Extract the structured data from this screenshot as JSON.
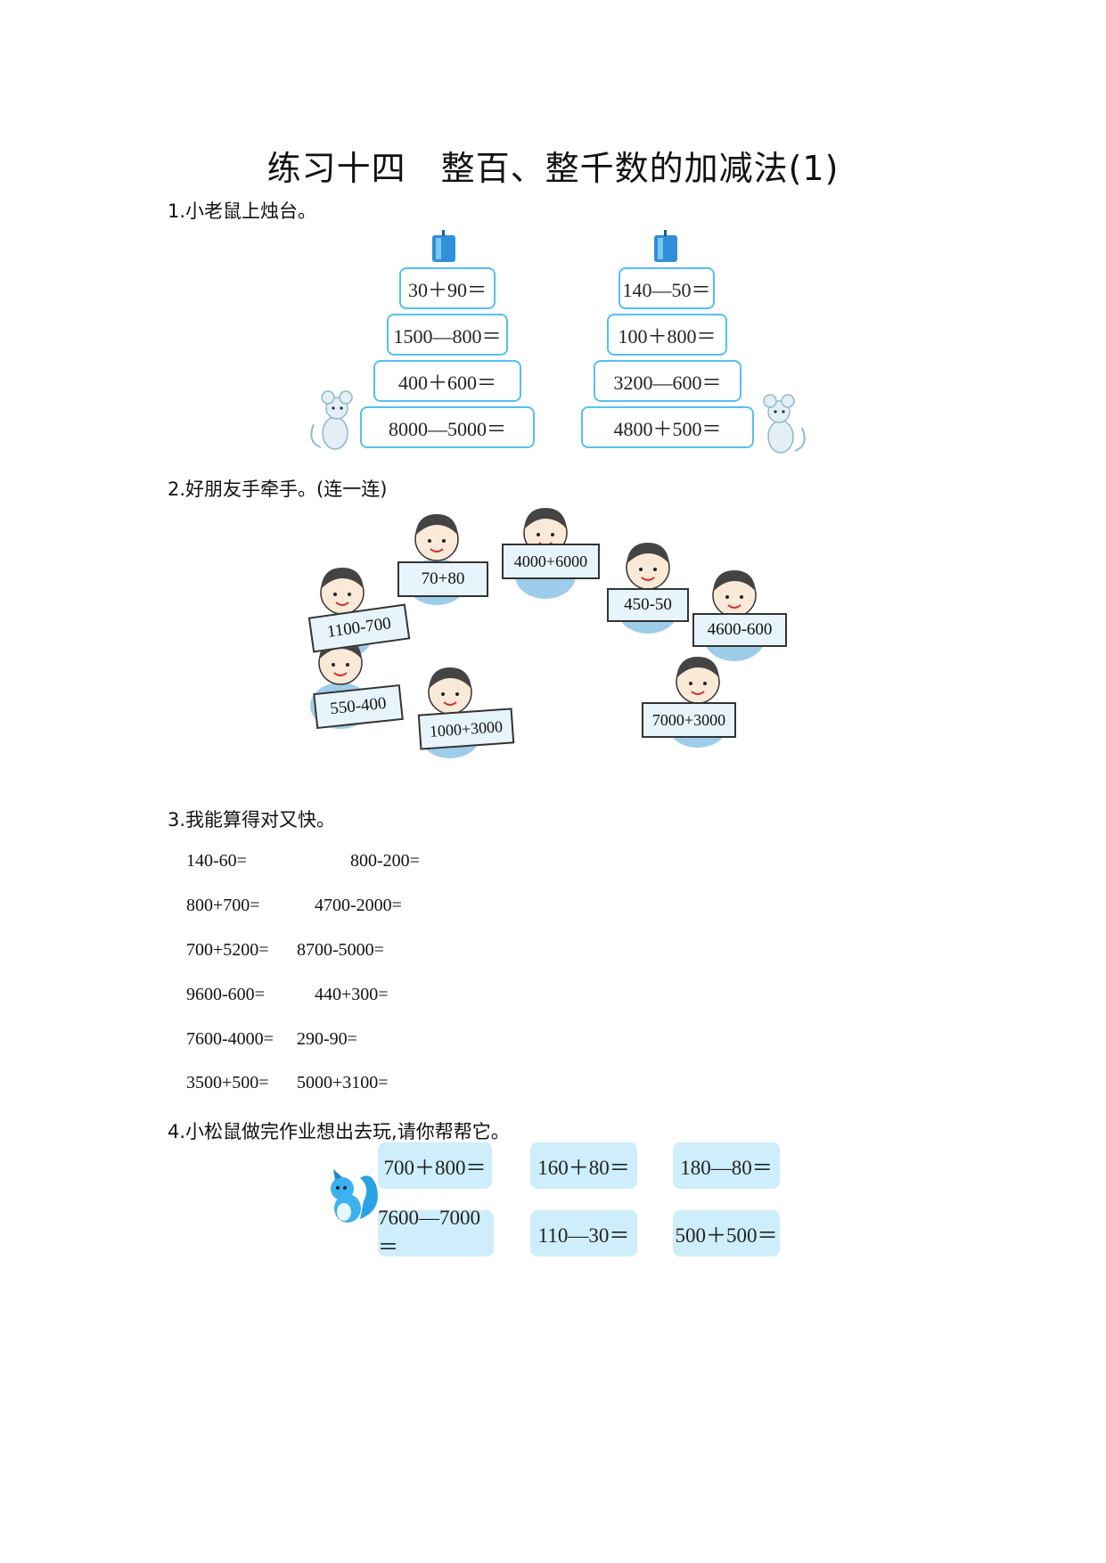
{
  "title": "练习十四　整百、整千数的加减法(1)",
  "q1": {
    "label": "1.小老鼠上烛台。",
    "left_tower": [
      "30＋90＝",
      "1500—800＝",
      "400＋600＝",
      "8000—5000＝"
    ],
    "right_tower": [
      "140—50＝",
      "100＋800＝",
      "3200—600＝",
      "4800＋500＝"
    ]
  },
  "q2": {
    "label": "2.好朋友手牵手。(连一连)",
    "signs": [
      "70+80",
      "4000+6000",
      "1100-700",
      "450-50",
      "4600-600",
      "550-400",
      "1000+3000",
      "7000+3000"
    ]
  },
  "q3": {
    "label": "3.我能算得对又快。",
    "rows": [
      [
        "140-60=",
        "800-200="
      ],
      [
        "800+700=",
        "4700-2000="
      ],
      [
        "700+5200=",
        "8700-5000="
      ],
      [
        "9600-600=",
        "440+300="
      ],
      [
        "7600-4000=",
        "290-90="
      ],
      [
        "3500+500=",
        "5000+3100="
      ]
    ]
  },
  "q4": {
    "label": "4.小松鼠做完作业想出去玩,请你帮帮它。",
    "cards": [
      [
        "700＋800＝",
        "160＋80＝",
        "180—80＝"
      ],
      [
        "7600—7000＝",
        "110—30＝",
        "500＋500＝"
      ]
    ]
  },
  "colors": {
    "frame": "#55bff0",
    "card": "#cdeefa",
    "candle": "#2f8fd8",
    "sign": "#e8f4fb"
  }
}
